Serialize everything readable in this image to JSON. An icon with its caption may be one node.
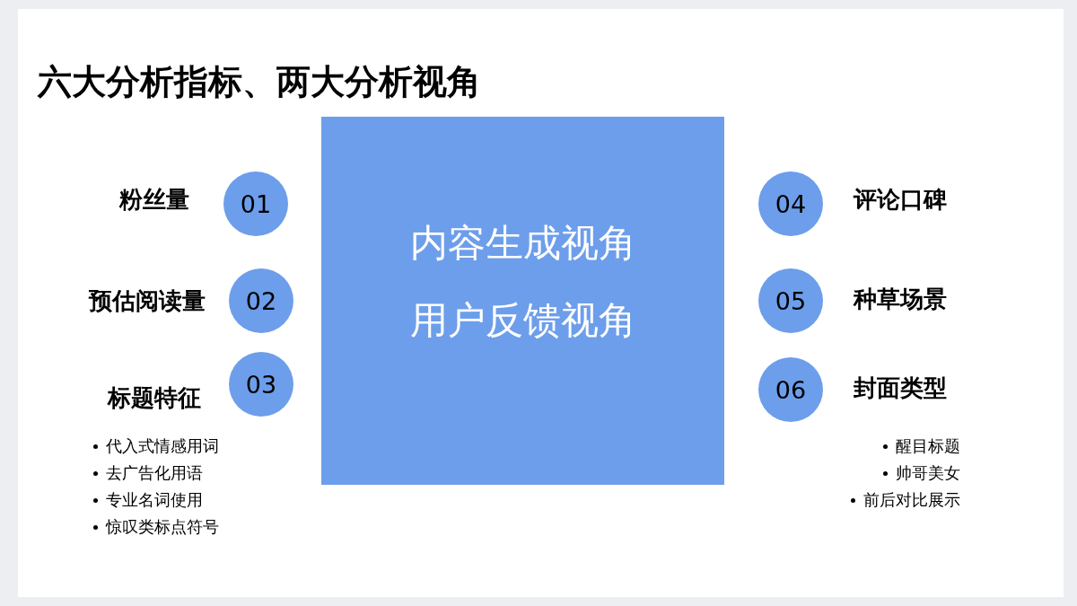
{
  "diagram": {
    "title": "六大分析指标、两大分析视角",
    "nodes": [
      {
        "text": [
          "内容生成视角",
          "用户反馈视角"
        ]
      },
      {
        "text": [
          "01"
        ],
        "beside": [
          "粉丝量"
        ]
      },
      {
        "text": [
          "02"
        ],
        "beside": [
          "预估阅读量"
        ]
      },
      {
        "text": [
          "03"
        ],
        "beside": [
          "标题特征"
        ]
      },
      {
        "text": [
          "04"
        ],
        "beside": [
          "评论口碑"
        ]
      },
      {
        "text": [
          "05"
        ],
        "beside": [
          "种草场景"
        ]
      },
      {
        "text": [
          "06"
        ],
        "beside": [
          "封面类型"
        ]
      }
    ],
    "labels": [
      "代入式情感用词",
      "去广告化用语",
      "专业名词使用",
      "惊叹类标点符号",
      "醒目标题",
      "帅哥美女",
      "前后对比展示"
    ]
  }
}
